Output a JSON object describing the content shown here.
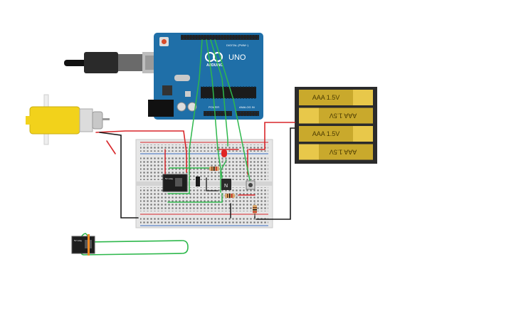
{
  "arduino": {
    "logo": "ARDUINO",
    "model": "UNO",
    "header_digital": "DIGITAL (PWM~)",
    "header_power": "POWER",
    "header_analog": "ANALOG IN"
  },
  "battery": {
    "cells": [
      {
        "label": "AAA 1.5V",
        "flipped": false
      },
      {
        "label": "AAA 1.5V",
        "flipped": true
      },
      {
        "label": "AAA 1.5V",
        "flipped": false
      },
      {
        "label": "AAA 1.5V",
        "flipped": true
      }
    ]
  },
  "transistor": {
    "label": "N"
  },
  "relay": {
    "label": "5V relay"
  },
  "relay_small": {
    "label": "5V relay"
  },
  "colors": {
    "arduino_blue": "#1f6fa8",
    "wire_green": "#2eb84c",
    "wire_red": "#d8262a",
    "wire_black": "#1a1a1a",
    "battery_gold": "#c9a92c",
    "motor_yellow": "#f2d21b",
    "led_red": "#e02424"
  }
}
